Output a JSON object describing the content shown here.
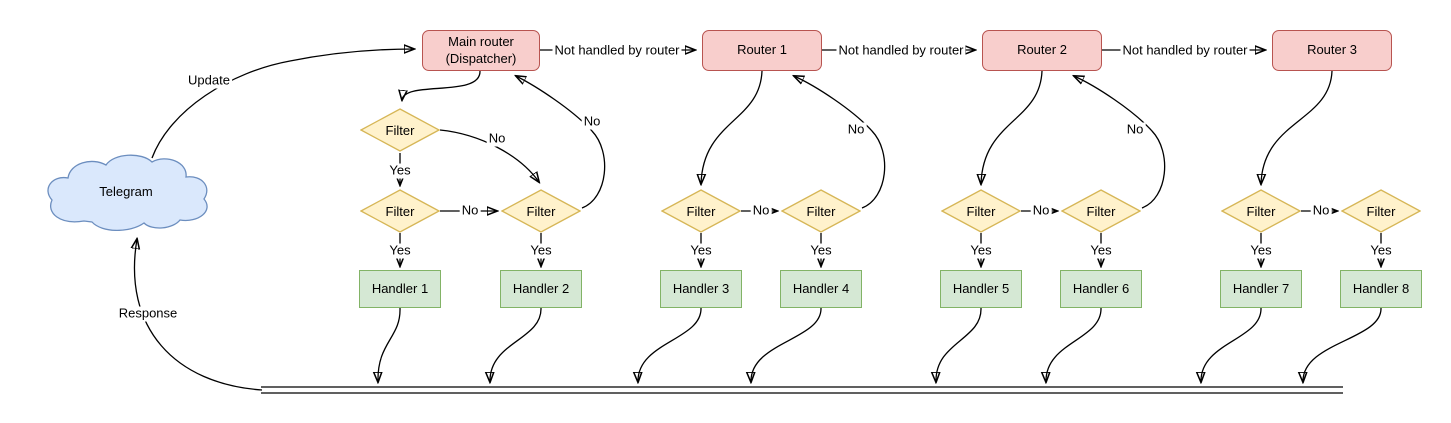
{
  "labels": {
    "telegram": "Telegram",
    "update": "Update",
    "response": "Response",
    "not_handled_by_router": "Not handled by router",
    "yes": "Yes",
    "no": "No",
    "filter": "Filter"
  },
  "nodes": {
    "main_router": {
      "line1": "Main router",
      "line2": "(Dispatcher)"
    },
    "routers": [
      {
        "label": "Router 1"
      },
      {
        "label": "Router 2"
      },
      {
        "label": "Router 3"
      }
    ],
    "handlers": [
      {
        "label": "Handler 1"
      },
      {
        "label": "Handler 2"
      },
      {
        "label": "Handler 3"
      },
      {
        "label": "Handler 4"
      },
      {
        "label": "Handler 5"
      },
      {
        "label": "Handler 6"
      },
      {
        "label": "Handler 7"
      },
      {
        "label": "Handler 8"
      }
    ]
  },
  "colors": {
    "background": "#ffffff",
    "edge": "#000000",
    "router_fill": "#f8cecc",
    "router_stroke": "#b85450",
    "filter_fill": "#fff2cc",
    "filter_stroke": "#d6b656",
    "handler_fill": "#d5e8d4",
    "handler_stroke": "#82b366",
    "cloud_fill": "#dae8fc",
    "cloud_stroke": "#6c8ebf"
  }
}
